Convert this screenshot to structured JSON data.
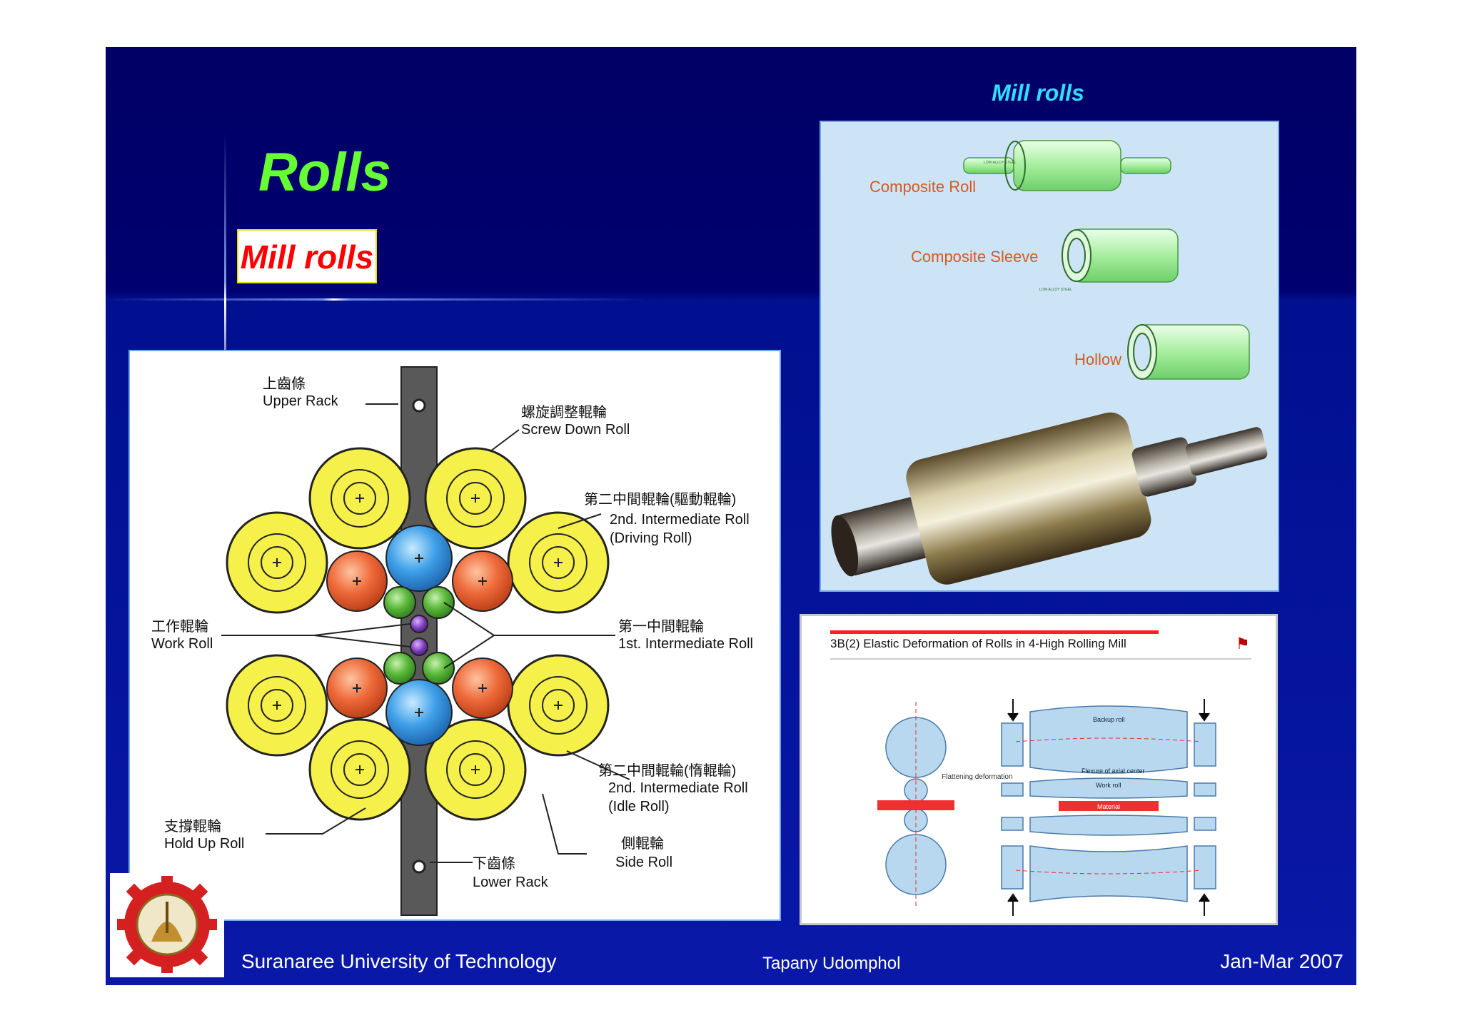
{
  "slide": {
    "title": "Rolls",
    "subtitle": "Mill rolls",
    "top_caption": "Mill rolls"
  },
  "roll_types": {
    "composite_roll": "Composite Roll",
    "composite_sleeve": "Composite Sleeve",
    "hollow": "Hollow",
    "low_alloy_steel": "LOW ALLOY STEEL"
  },
  "mill_diagram": {
    "upper_rack_cn": "上齒條",
    "upper_rack": "Upper Rack",
    "screw_down_roll_cn": "螺旋調整輥輪",
    "screw_down_roll": "Screw Down Roll",
    "second_intermediate_driving_cn": "第二中間輥輪(驅動輥輪)",
    "second_intermediate_driving_1": "2nd. Intermediate Roll",
    "second_intermediate_driving_2": "(Driving Roll)",
    "work_roll_cn": "工作輥輪",
    "work_roll": "Work Roll",
    "first_intermediate_cn": "第一中間輥輪",
    "first_intermediate": "1st. Intermediate Roll",
    "second_intermediate_idle_cn": "第二中間輥輪(惰輥輪)",
    "second_intermediate_idle_1": "2nd. Intermediate Roll",
    "second_intermediate_idle_2": "(Idle Roll)",
    "hold_up_roll_cn": "支撐輥輪",
    "hold_up_roll": "Hold Up Roll",
    "lower_rack_cn": "下齒條",
    "lower_rack": "Lower Rack",
    "side_roll_cn": "側輥輪",
    "side_roll": "Side Roll"
  },
  "deformation_figure": {
    "heading": "3B(2)  Elastic Deformation of Rolls in 4-High Rolling Mill",
    "flattening": "Flattening deformation",
    "backup_roll": "Backup roll",
    "flexure": "Flexure of axial center",
    "work_roll": "Work roll",
    "material": "Material"
  },
  "footer": {
    "university": "Suranaree University of Technology",
    "author": "Tapany  Udomphol",
    "date": "Jan-Mar   2007"
  },
  "colors": {
    "background_dark": "#000066",
    "background_lower": "#0a18a8",
    "title": "#66ff33",
    "subtitle": "#ff0000",
    "caption": "#33ddff"
  }
}
